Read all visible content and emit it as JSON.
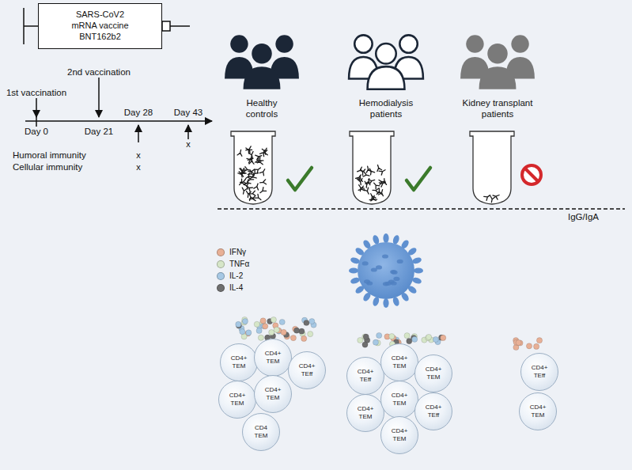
{
  "diagram": {
    "nodes": [
      {
        "text": [
          "SARS-CoV2 mRNA vaccine BNT162b2"
        ]
      },
      {
        "text": [
          "CD4+ TEM"
        ]
      },
      {
        "text": [
          "CD4+ TEM"
        ]
      },
      {
        "text": [
          "CD4+ TEff"
        ]
      },
      {
        "text": [
          "CD4+ TEM"
        ]
      },
      {
        "text": [
          "CD4+ TEM"
        ]
      },
      {
        "text": [
          "CD4 TEM"
        ]
      },
      {
        "text": [
          "CD4+ TEff"
        ]
      },
      {
        "text": [
          "CD4+ TEM"
        ]
      },
      {
        "text": [
          "CD4+ TEM"
        ]
      },
      {
        "text": [
          "CD4+ TEM"
        ]
      },
      {
        "text": [
          "CD4+ TEM"
        ]
      },
      {
        "text": [
          "CD4+ TEff"
        ]
      },
      {
        "text": [
          "CD4+ TEM"
        ]
      },
      {
        "text": [
          "CD4+ TEff"
        ]
      },
      {
        "text": [
          "CD4+ TEM"
        ]
      }
    ],
    "edges": [],
    "labels": [
      "1st vaccination",
      "2nd vaccination",
      "Day 0",
      "Day 21",
      "Day 28",
      "Day 43",
      "Humoral immunity",
      "Cellular immunity",
      "x",
      "x",
      "x",
      "Healthy controls",
      "Hemodialysis patients",
      "Kidney transplant patients",
      "IgG/IgA"
    ],
    "legend": [
      {
        "text": "IFNγ",
        "color": "#e8b096"
      },
      {
        "text": "TNFα",
        "color": "#d6e6c8"
      },
      {
        "text": "IL-2",
        "color": "#a6c8e4"
      },
      {
        "text": "IL-4",
        "color": "#6e6e6e"
      }
    ]
  }
}
